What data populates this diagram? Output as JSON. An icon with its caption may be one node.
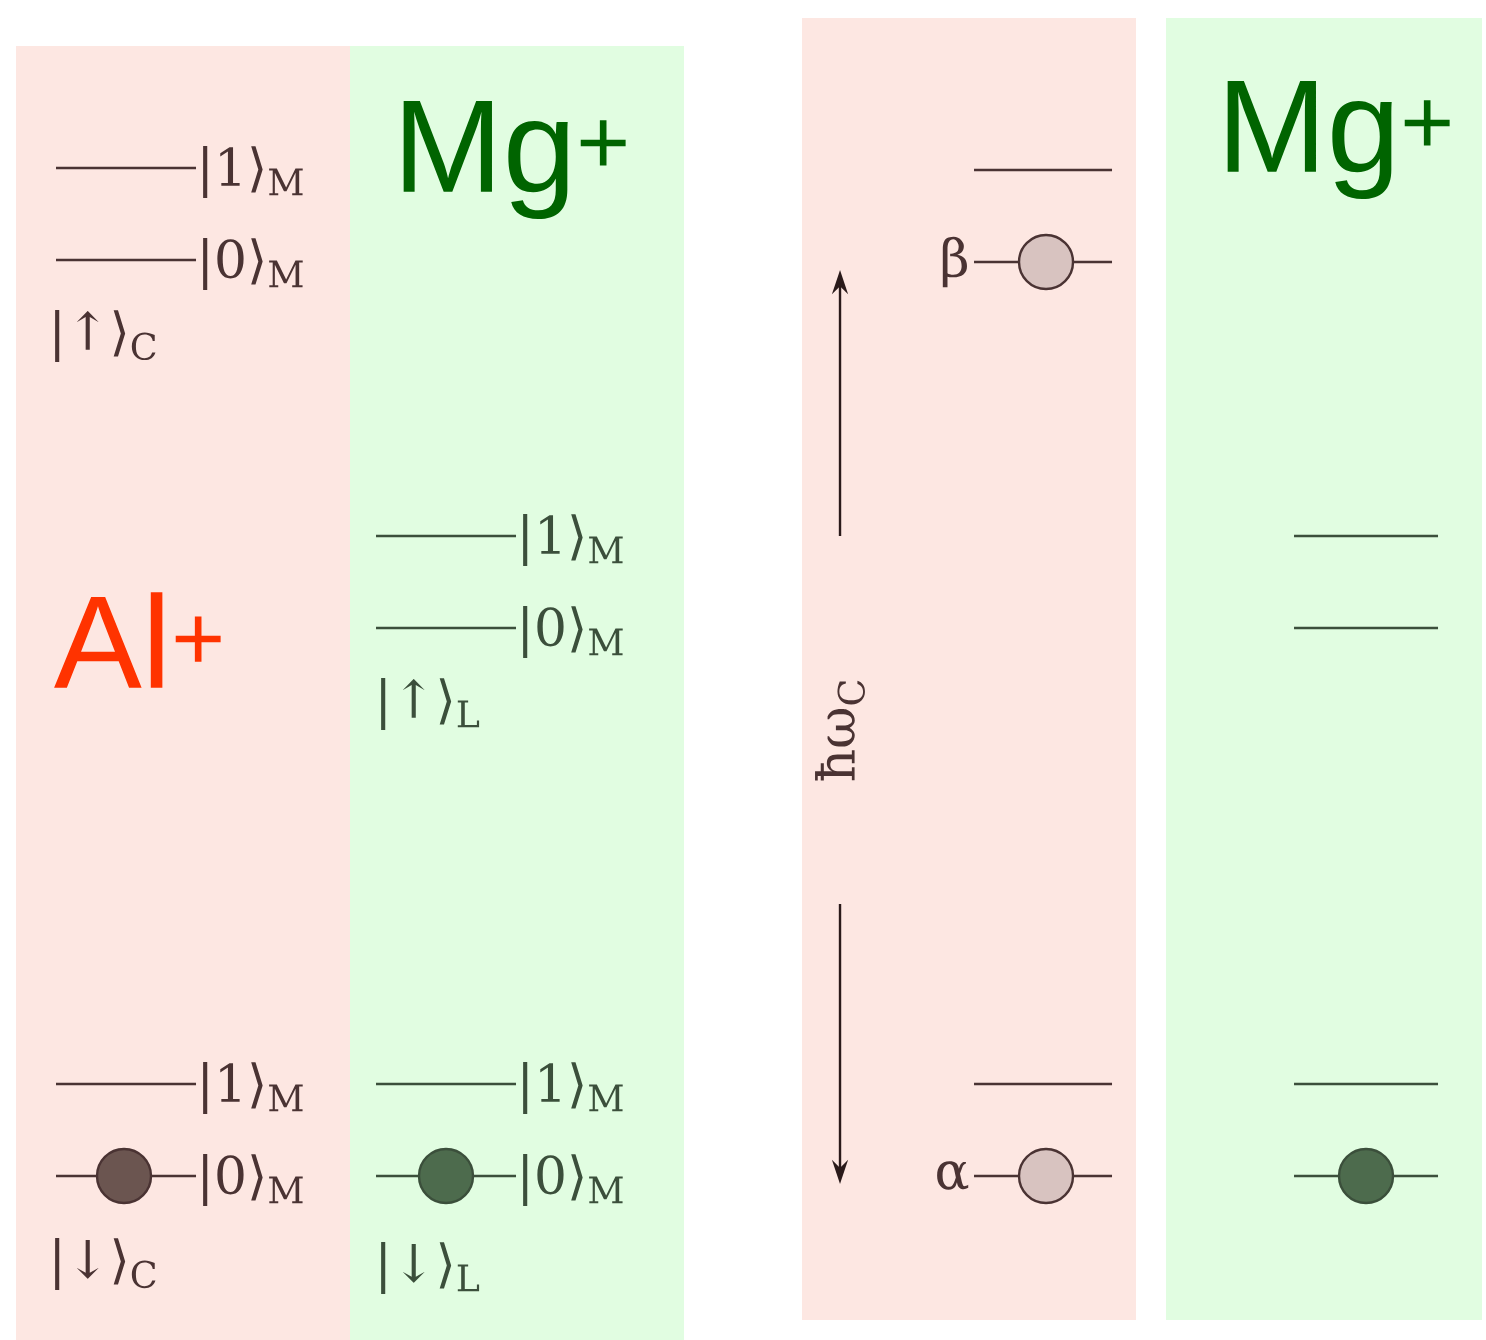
{
  "diagram": {
    "nodes": [
      {
        "text": [
          "Al$^{+}$"
        ]
      },
      {
        "text": [
          "Mg$^{+}$"
        ]
      },
      {
        "text": [],
        "shape": "band"
      },
      {
        "text": [
          "Mg$^{+}$"
        ]
      }
    ],
    "labels": [
      "|1⟩$_{M}$",
      "|0⟩$_{M}$",
      "|↑⟩$_{C}$",
      "|1⟩$_{M}$",
      "|0⟩$_{M}$",
      "|↑⟩$_{L}$",
      "β",
      "ħω$_{C}$",
      "|1⟩$_{M}$",
      "|1⟩$_{M}$",
      "|0⟩$_{M}$",
      "|0⟩$_{M}$",
      "|↓⟩$_{C}$",
      "|↓⟩$_{L}$",
      "α"
    ]
  }
}
